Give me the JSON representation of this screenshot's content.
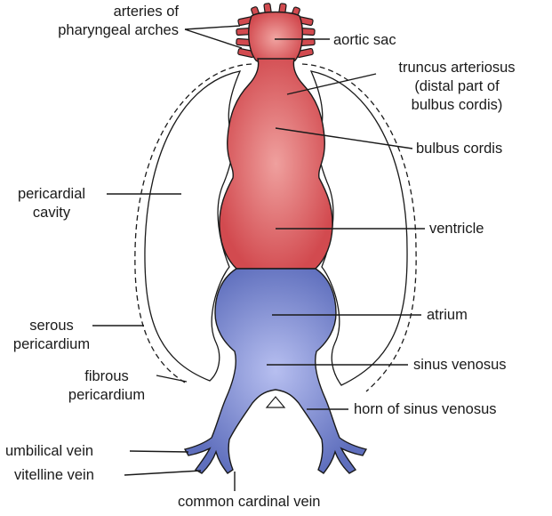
{
  "labels": {
    "arteries_of_pharyngeal_arches": "arteries of\npharyngeal arches",
    "aortic_sac": "aortic sac",
    "truncus_arteriosus": "truncus arteriosus\n(distal part of\nbulbus cordis)",
    "bulbus_cordis": "bulbus cordis",
    "pericardial_cavity": "pericardial\ncavity",
    "ventricle": "ventricle",
    "atrium": "atrium",
    "serous_pericardium": "serous\npericardium",
    "fibrous_pericardium": "fibrous\npericardium",
    "sinus_venosus": "sinus venosus",
    "horn_of_sinus_venosus": "horn of sinus venosus",
    "umbilical_vein": "umbilical vein",
    "vitelline_vein": "vitelline vein",
    "common_cardinal_vein": "common cardinal vein"
  },
  "colors": {
    "arterial": "#d24a4f",
    "arterial_highlight": "#f1a5a2",
    "venous": "#5f6fbd",
    "venous_highlight": "#b7bff0",
    "outline": "#1a1a1a"
  }
}
